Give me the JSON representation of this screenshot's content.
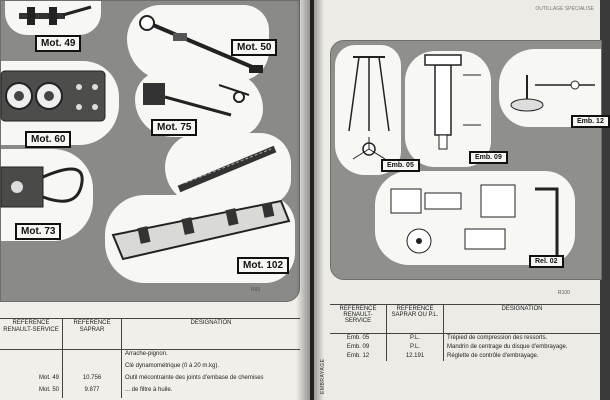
{
  "left_page": {
    "tools": [
      {
        "code": "Mot. 49"
      },
      {
        "code": "Mot. 50"
      },
      {
        "code": "Mot. 60"
      },
      {
        "code": "Mot. 75"
      },
      {
        "code": "Mot. 73"
      },
      {
        "code": "Mot. 102"
      }
    ],
    "plate_caption": "R99",
    "table": {
      "headers": [
        "REFERENCE\nRENAULT-SERVICE",
        "REFERENCE\nSAPRAR",
        "DESIGNATION"
      ],
      "rows": [
        [
          "",
          "",
          "Arrache-pignon."
        ],
        [
          "",
          "",
          "Clé dynamométrique (0 à 20 m.kg)."
        ],
        [
          "Mot. 49",
          "10.756",
          "Outil mécontrainte des joints d'embase de chemises"
        ],
        [
          "Mot. 50",
          "9.877",
          "... de filtre à huile."
        ]
      ]
    }
  },
  "right_page": {
    "header": "OUTILLAGE SPECIALISE",
    "tools": [
      {
        "code": "Emb. 05"
      },
      {
        "code": "Emb. 09"
      },
      {
        "code": "Emb. 12"
      },
      {
        "code": "Rel. 02"
      }
    ],
    "plate_caption": "R100",
    "section_label": "EMBRAYAGE",
    "table": {
      "headers": [
        "REFERENCE\nRENAULT-SERVICE",
        "REFERENCE\nSAPRAR OU P.L.",
        "DESIGNATION"
      ],
      "rows": [
        [
          "Emb. 05",
          "P.L.",
          "Trépied de compression des ressorts."
        ],
        [
          "Emb. 09",
          "P.L.",
          "Mandrin de centrage du disque d'embrayage."
        ],
        [
          "Emb. 12",
          "12.191",
          "Réglette de contrôle d'embrayage."
        ]
      ]
    }
  }
}
